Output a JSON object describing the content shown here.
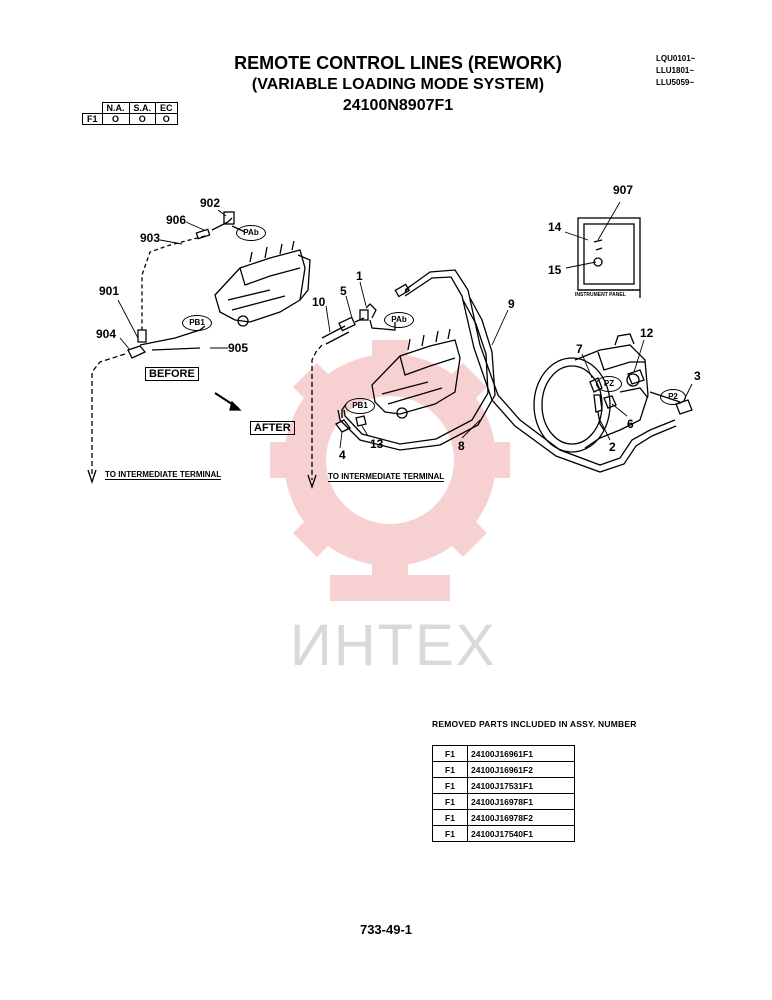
{
  "titles": {
    "line1": "REMOTE CONTROL LINES (REWORK)",
    "line2": "(VARIABLE LOADING MODE SYSTEM)",
    "line3": "24100N8907F1"
  },
  "serials": [
    "LQU0101~",
    "LLU1801~",
    "LLU5059~"
  ],
  "availability": {
    "headers": [
      "N.A.",
      "S.A.",
      "EC"
    ],
    "row_label": "F1",
    "values": [
      "O",
      "O",
      "O"
    ]
  },
  "callouts": {
    "c902": "902",
    "c906": "906",
    "c903": "903",
    "c901": "901",
    "c904": "904",
    "c905": "905",
    "c1": "1",
    "c5": "5",
    "c10": "10",
    "c9": "9",
    "c907": "907",
    "c14": "14",
    "c15": "15",
    "c12": "12",
    "c7": "7",
    "c3": "3",
    "c2": "2",
    "c6": "6",
    "c8": "8",
    "c4": "4",
    "c13": "13"
  },
  "port_labels": {
    "pab1": "PAb",
    "pb1a": "PB1",
    "pab2": "PAb",
    "pb1b": "PB1",
    "pz": "PZ",
    "p2": "P2"
  },
  "section_labels": {
    "before": "BEFORE",
    "after": "AFTER",
    "instrument_panel": "INSTRUMENT PANEL",
    "to_terminal_1": "TO INTERMEDIATE TERMINAL",
    "to_terminal_2": "TO INTERMEDIATE TERMINAL"
  },
  "removed_parts": {
    "heading": "REMOVED PARTS INCLUDED IN ASSY. NUMBER",
    "rows": [
      {
        "code": "F1",
        "part": "24100J16961F1"
      },
      {
        "code": "F1",
        "part": "24100J16961F2"
      },
      {
        "code": "F1",
        "part": "24100J17531F1"
      },
      {
        "code": "F1",
        "part": "24100J16978F1"
      },
      {
        "code": "F1",
        "part": "24100J16978F2"
      },
      {
        "code": "F1",
        "part": "24100J17540F1"
      }
    ]
  },
  "page_number": "733-49-1",
  "watermark": "ИНТЕХ",
  "colors": {
    "watermark_red": "#f6c9c9",
    "ink": "#000000"
  }
}
